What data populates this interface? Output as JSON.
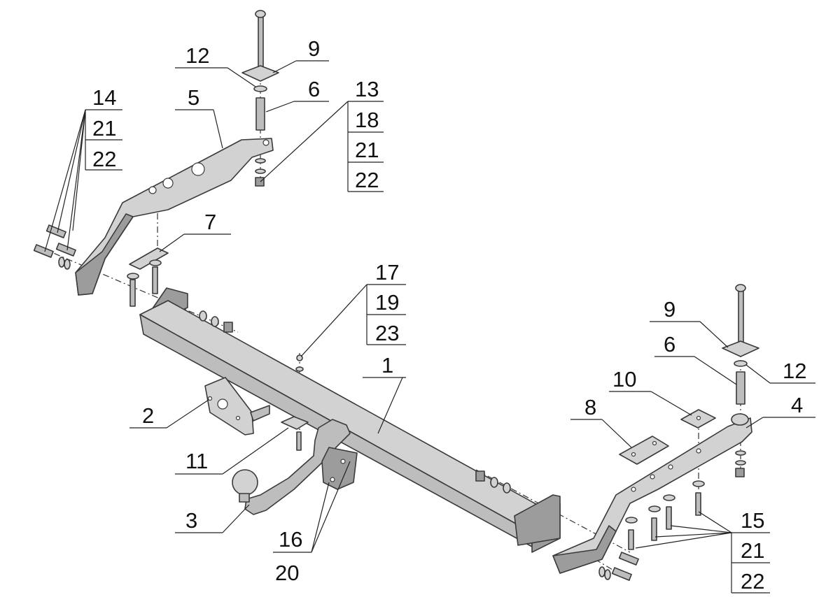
{
  "callouts": {
    "left_bracket": "5",
    "left_bolt_group": [
      "14",
      "21",
      "22"
    ],
    "left_top_washer": "12",
    "left_top_plate": "9",
    "left_spacer": "6",
    "left_nut_group": [
      "13",
      "18",
      "21",
      "22"
    ],
    "left_plate": "7",
    "center_fasteners": [
      "17",
      "19",
      "23"
    ],
    "crossbar": "1",
    "socket_plate": "2",
    "bracket_plate": "11",
    "tow_ball": "3",
    "ball_bolts": [
      "16",
      "20"
    ],
    "right_top_plate": "9",
    "right_spacer": "6",
    "right_top_washer": "12",
    "right_plate_a": "10",
    "right_plate_b": "8",
    "right_bracket": "4",
    "right_bolt_group": [
      "15",
      "21",
      "22"
    ]
  }
}
